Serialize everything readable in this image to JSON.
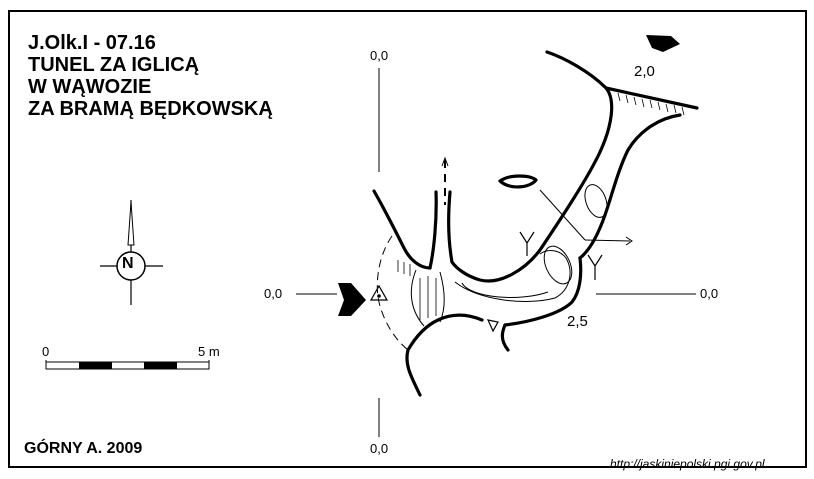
{
  "title": {
    "line1": "J.Olk.I - 07.16",
    "line2": "TUNEL ZA IGLICĄ",
    "line3": "W WĄWOZIE",
    "line4": "ZA BRAMĄ BĘDKOWSKĄ"
  },
  "coordinates": {
    "top": "0,0",
    "bottom": "0,0",
    "left": "0,0",
    "right": "0,0"
  },
  "depths": {
    "upper_entrance": "2,0",
    "lower_passage": "2,5"
  },
  "north": {
    "label": "N",
    "icon": "north-arrow-icon"
  },
  "scale": {
    "start_label": "0",
    "end_label": "5 m"
  },
  "author": "GÓRNY A.  2009",
  "url": "http://jaskiniepolski.pgi.gov.pl",
  "colors": {
    "ink": "#000000",
    "paper": "#ffffff"
  }
}
